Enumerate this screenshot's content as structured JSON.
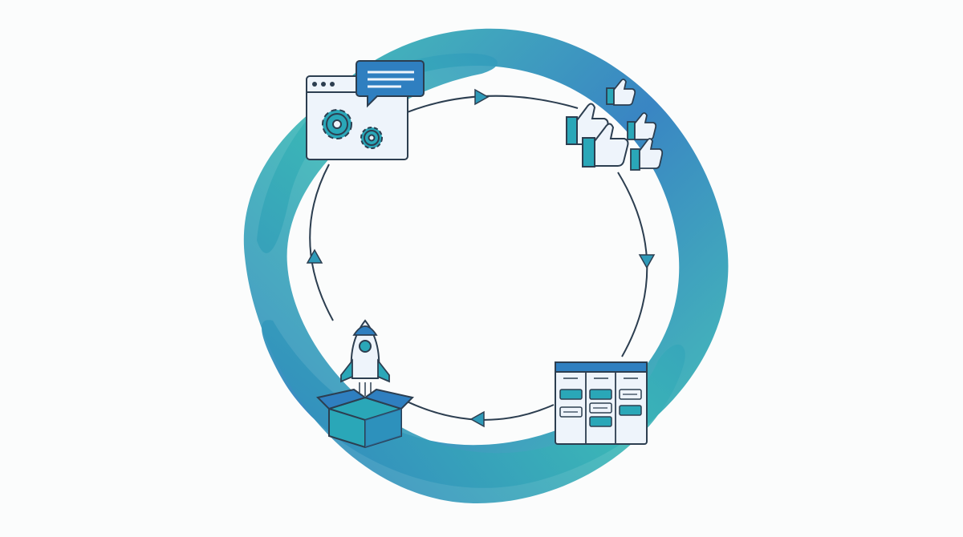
{
  "diagram": {
    "kind": "cycle",
    "colors": {
      "ribbon_start": "#2e86c1",
      "ribbon_mid": "#2f7fc0",
      "ribbon_end": "#3ec2b4",
      "outline": "#2c3e50",
      "icon_fill": "#eef4fb",
      "accent_teal": "#2aa7b8",
      "accent_blue": "#2f7fc0"
    },
    "nodes": [
      {
        "id": "settings-feedback",
        "icon": "settings-feedback-icon"
      },
      {
        "id": "approval",
        "icon": "thumbs-up-icon"
      },
      {
        "id": "planning",
        "icon": "kanban-board-icon"
      },
      {
        "id": "launch",
        "icon": "rocket-box-icon"
      }
    ],
    "edges": [
      {
        "from": "settings-feedback",
        "to": "approval"
      },
      {
        "from": "approval",
        "to": "planning"
      },
      {
        "from": "planning",
        "to": "launch"
      },
      {
        "from": "launch",
        "to": "settings-feedback"
      }
    ]
  }
}
